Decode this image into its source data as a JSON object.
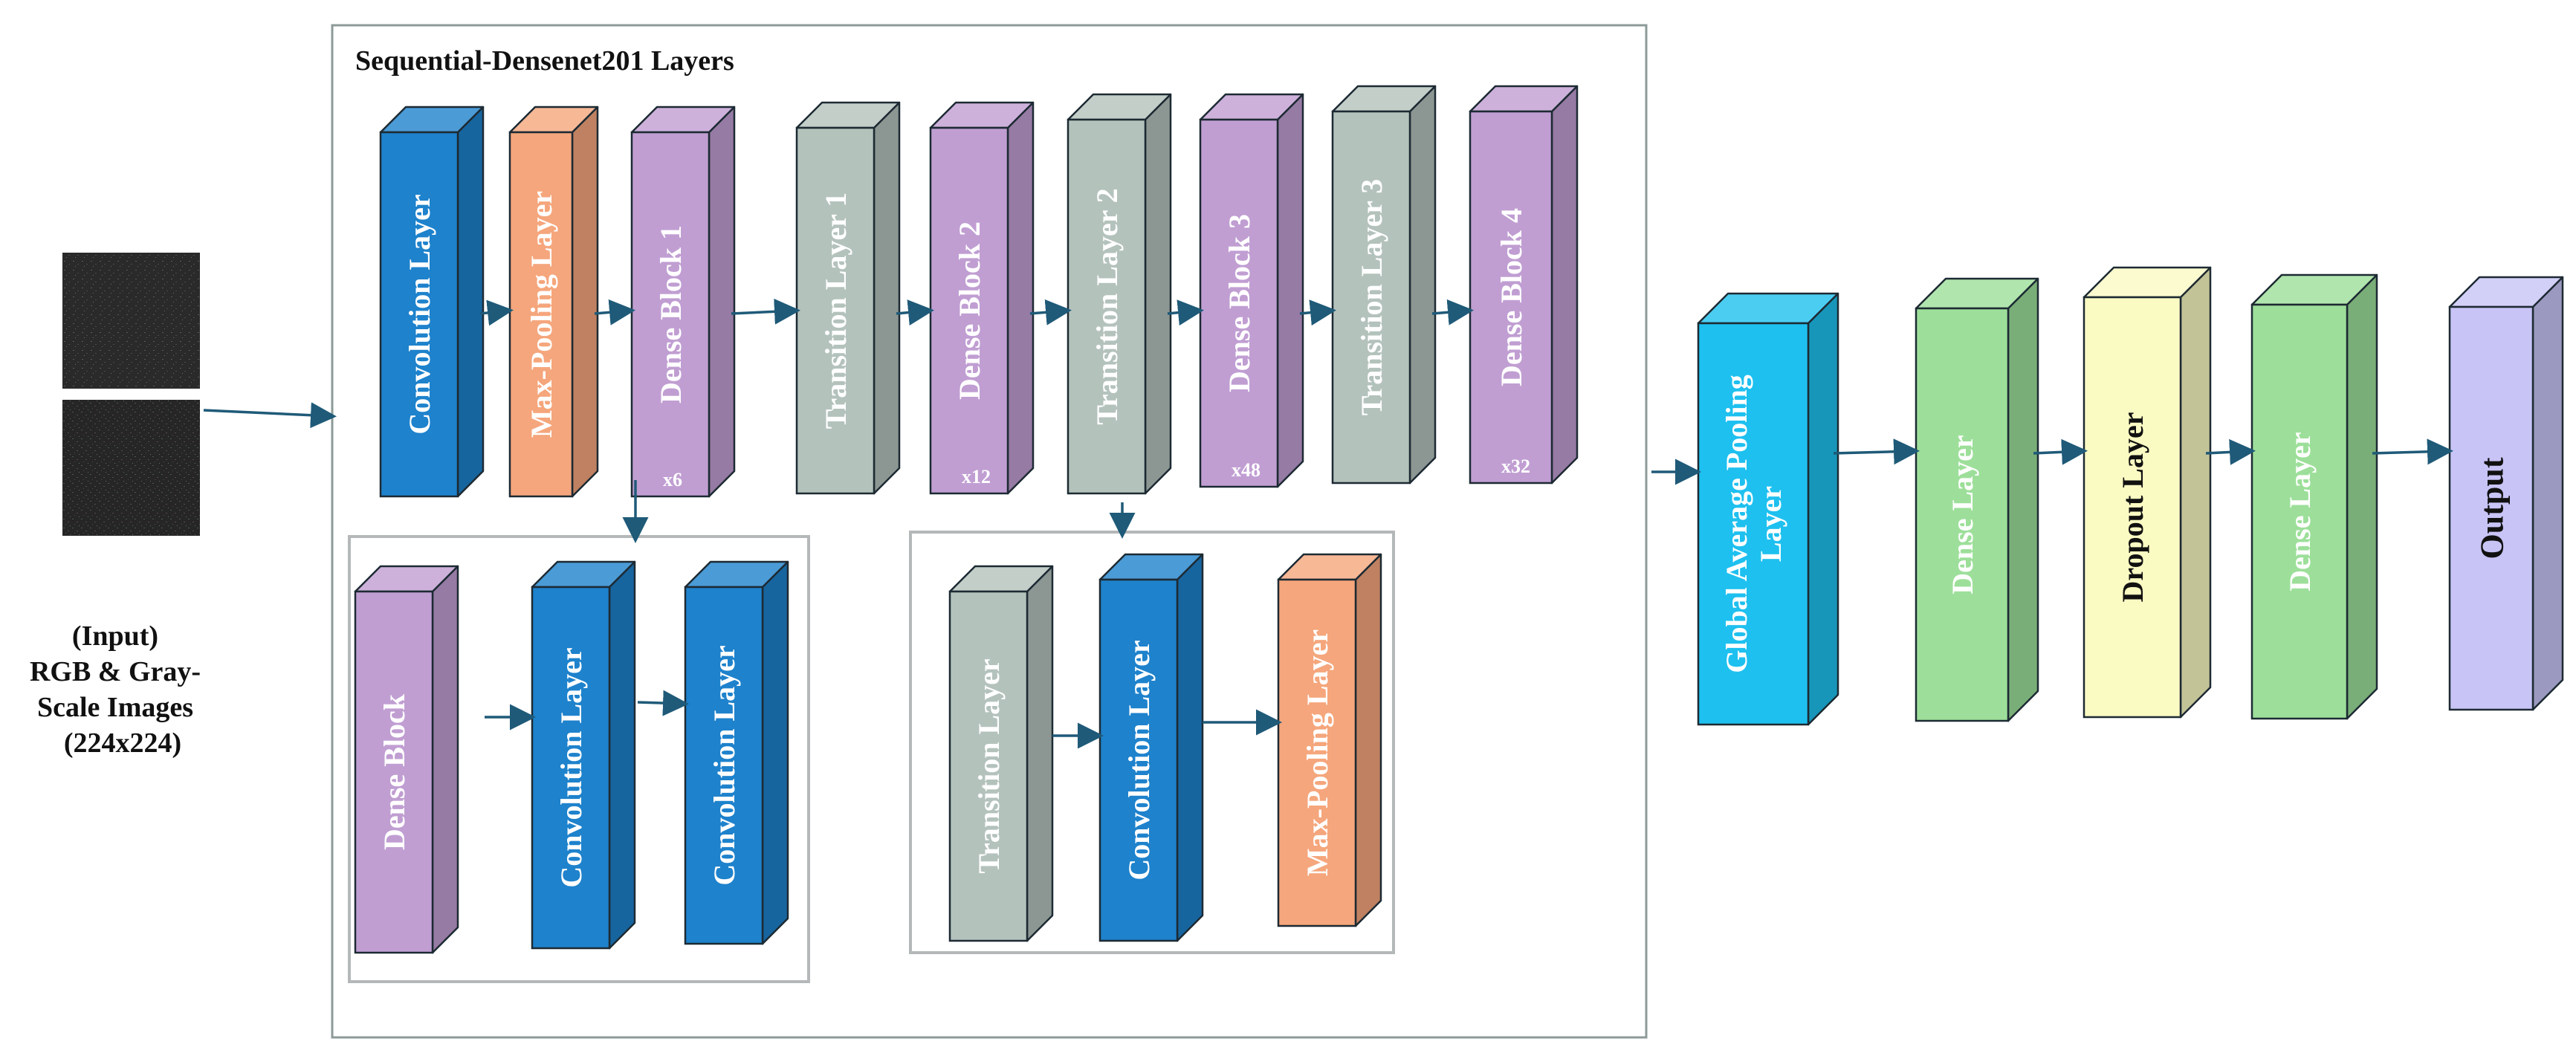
{
  "diagram": {
    "frame_title": "Sequential-Densenet201 Layers",
    "input_caption": [
      "(Input)",
      "RGB & Gray-",
      "Scale Images",
      "(224x224)"
    ],
    "colors": {
      "conv": "#1e82cc",
      "maxpool": "#f5a67c",
      "dense_block": "#c09ed2",
      "transition": "#b4c2bc",
      "gap": "#1ec0ef",
      "dense_layer": "#9ddf9a",
      "dropout": "#fafac3",
      "output": "#c8c4f6",
      "arrow": "#1f5a78"
    },
    "main_blocks": [
      {
        "label": "Convolution Layer",
        "type": "conv",
        "mult": ""
      },
      {
        "label": "Max-Pooling Layer",
        "type": "maxpool",
        "mult": ""
      },
      {
        "label": "Dense Block 1",
        "type": "dense_block",
        "mult": "x6"
      },
      {
        "label": "Transition Layer 1",
        "type": "transition",
        "mult": ""
      },
      {
        "label": "Dense Block 2",
        "type": "dense_block",
        "mult": "x12"
      },
      {
        "label": "Transition Layer 2",
        "type": "transition",
        "mult": ""
      },
      {
        "label": "Dense Block 3",
        "type": "dense_block",
        "mult": "x48"
      },
      {
        "label": "Transition Layer 3",
        "type": "transition",
        "mult": ""
      },
      {
        "label": "Dense Block 4",
        "type": "dense_block",
        "mult": "x32"
      }
    ],
    "dense_detail": [
      {
        "label": "Dense Block",
        "type": "dense_block"
      },
      {
        "label": "Convolution Layer",
        "type": "conv"
      },
      {
        "label": "Convolution Layer",
        "type": "conv"
      }
    ],
    "transition_detail": [
      {
        "label": "Transition Layer",
        "type": "transition"
      },
      {
        "label": "Convolution Layer",
        "type": "conv"
      },
      {
        "label": "Max-Pooling Layer",
        "type": "maxpool"
      }
    ],
    "head_blocks": [
      {
        "label": [
          "Global Average Pooling",
          "Layer"
        ],
        "type": "gap"
      },
      {
        "label": [
          "Dense Layer"
        ],
        "type": "dense_layer"
      },
      {
        "label": [
          "Dropout Layer"
        ],
        "type": "dropout",
        "dark": true
      },
      {
        "label": [
          "Dense Layer"
        ],
        "type": "dense_layer"
      },
      {
        "label": [
          "Output"
        ],
        "type": "output",
        "dark": true
      }
    ]
  }
}
